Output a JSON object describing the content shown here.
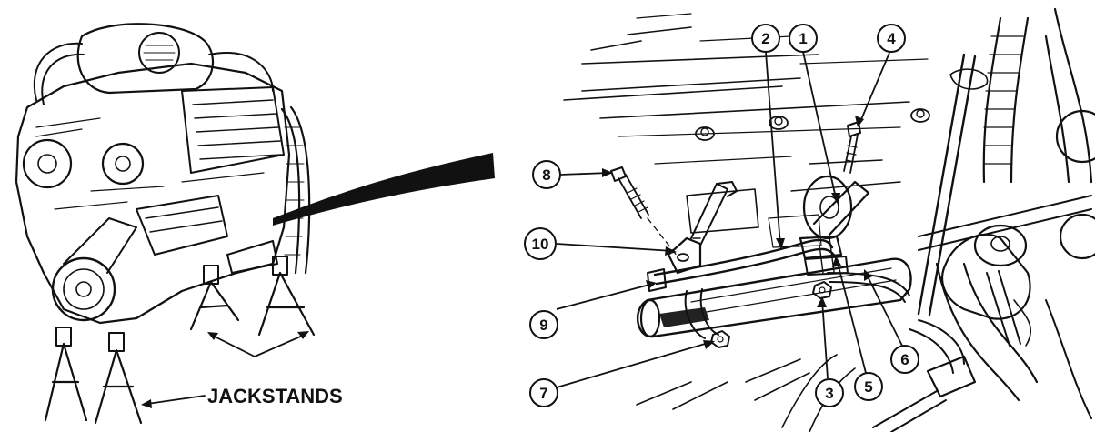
{
  "figure": {
    "jackstands_label": "JACKSTANDS",
    "callouts": [
      {
        "id": "c1",
        "label": "1"
      },
      {
        "id": "c2",
        "label": "2"
      },
      {
        "id": "c3",
        "label": "3"
      },
      {
        "id": "c4",
        "label": "4"
      },
      {
        "id": "c5",
        "label": "5"
      },
      {
        "id": "c6",
        "label": "6"
      },
      {
        "id": "c7",
        "label": "7"
      },
      {
        "id": "c8",
        "label": "8"
      },
      {
        "id": "c9",
        "label": "9"
      },
      {
        "id": "c10",
        "label": "10"
      }
    ]
  }
}
